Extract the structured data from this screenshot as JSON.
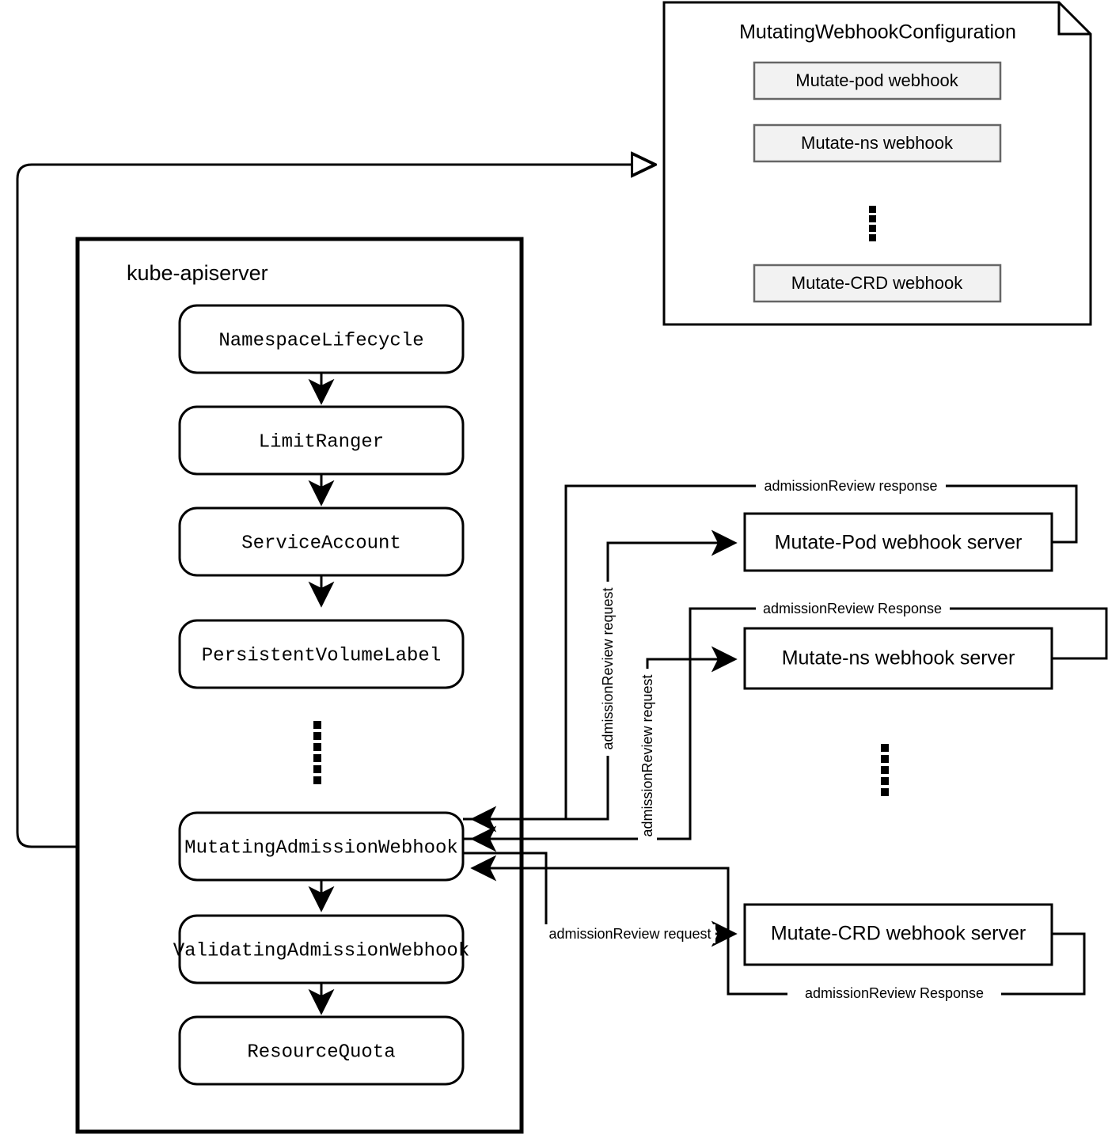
{
  "diagram": {
    "title_hidden": "Kubernetes MutatingAdmissionWebhook flow",
    "webhook_configuration": {
      "name": "mutating-webhook-configuration",
      "title": "MutatingWebhookConfiguration",
      "entries": [
        {
          "label": "Mutate-pod webhook"
        },
        {
          "label": "Mutate-ns webhook"
        },
        {
          "label": "Mutate-CRD webhook"
        }
      ],
      "ellipsis": "vertical-dots",
      "fill": "#ffffff",
      "entry_fill": "#f2f2f2",
      "stroke": "#000000"
    },
    "apiserver": {
      "name": "kube-apiserver",
      "title": "kube-apiserver",
      "plugins": [
        {
          "label": "NamespaceLifecycle"
        },
        {
          "label": "LimitRanger"
        },
        {
          "label": "ServiceAccount"
        },
        {
          "label": "PersistentVolumeLabel"
        },
        {
          "label": "MutatingAdmissionWebhook"
        },
        {
          "label": "ValidatingAdmissionWebhook"
        },
        {
          "label": "ResourceQuota"
        }
      ],
      "ellipsis": "vertical-dots",
      "fill": "#ffffff",
      "stroke": "#000000"
    },
    "webhook_servers": [
      {
        "label": "Mutate-Pod webhook server"
      },
      {
        "label": "Mutate-ns webhook server"
      },
      {
        "label": "Mutate-CRD webhook server"
      }
    ],
    "servers_ellipsis": "vertical-dots",
    "edge_labels": {
      "pod_request": "admissionReview request",
      "pod_response": "admissionReview response",
      "ns_request": "admissionReview request",
      "ns_response": "admissionReview Response",
      "crd_request": "admissionReview request",
      "crd_response": "admissionReview Response"
    },
    "colors": {
      "stroke": "#000000",
      "background": "#ffffff",
      "entry_fill": "#f2f2f2",
      "entry_stroke": "#666666"
    }
  }
}
